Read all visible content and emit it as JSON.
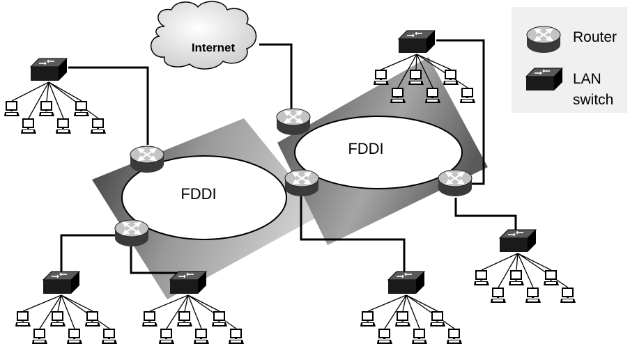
{
  "diagram": {
    "internet_label": "Internet",
    "ring_left_label": "FDDI",
    "ring_right_label": "FDDI"
  },
  "legend": {
    "router_label": "Router",
    "switch_label_line1": "LAN",
    "switch_label_line2": "switch",
    "background_color": "#f0f0f0"
  },
  "icons": {
    "router": "router-icon",
    "switch": "lan-switch-icon",
    "workstation": "workstation-icon",
    "cloud": "cloud-icon"
  },
  "colors": {
    "ring_fill": "#ffffff",
    "backdrop_dark": "#3a3a3a",
    "backdrop_light": "#bdbdbd",
    "link": "#000000"
  }
}
